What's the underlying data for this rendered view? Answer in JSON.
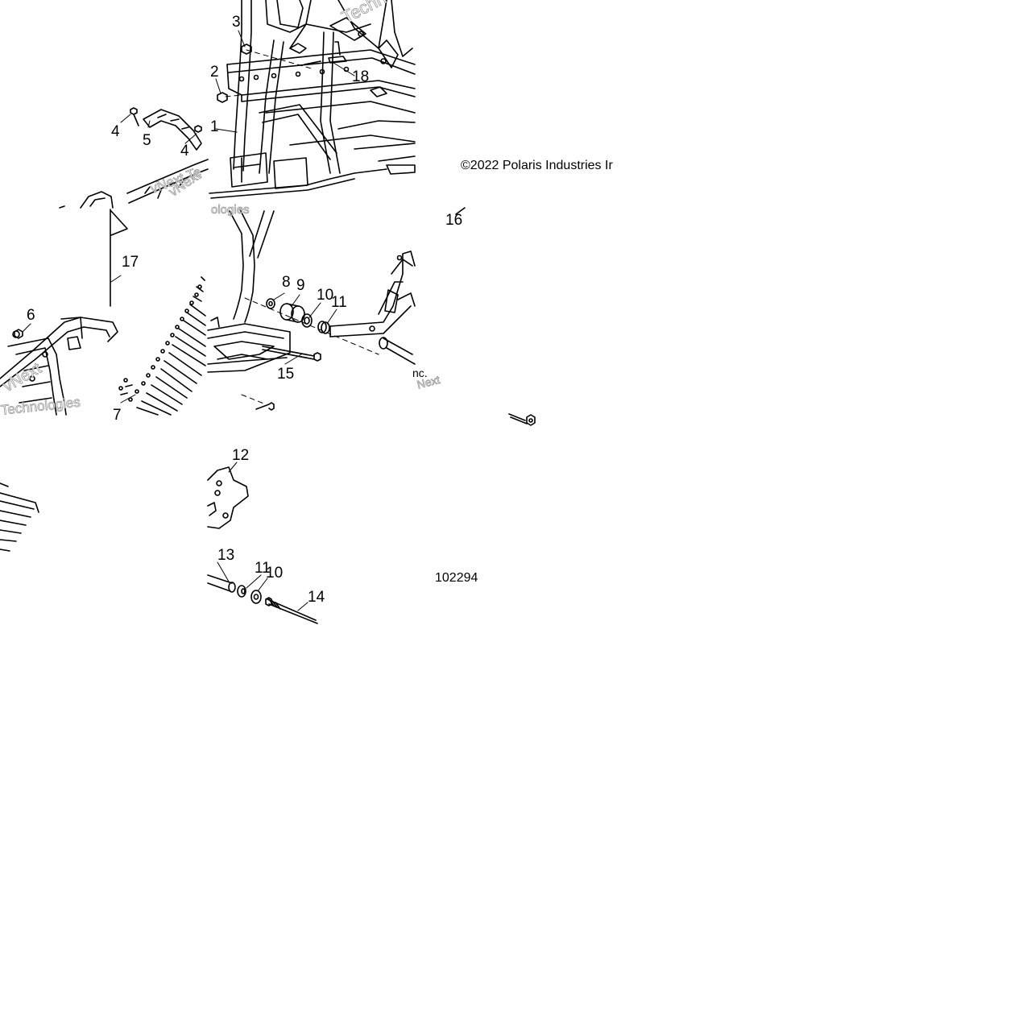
{
  "copyright": "©2022 Polaris Industries Ir",
  "figure_number": "102294",
  "watermarks": {
    "top_right": "Techn",
    "left_upper": "vNext Te",
    "left_upper_b": "vNext",
    "mid_small": "ologies",
    "bottom_left": "Technologies",
    "bottom_left_b": "vNext",
    "center_small": "nc.",
    "center_small_b": "Next"
  },
  "callouts": {
    "c1": "1",
    "c2": "2",
    "c3": "3",
    "c4a": "4",
    "c4b": "4",
    "c5": "5",
    "c6": "6",
    "c7": "7",
    "c8": "8",
    "c9": "9",
    "c10a": "10",
    "c10b": "10",
    "c11a": "11",
    "c11b": "11",
    "c12": "12",
    "c13": "13",
    "c14": "14",
    "c15": "15",
    "c16": "16",
    "c17": "17",
    "c18": "18"
  },
  "colors": {
    "line": "#000000",
    "background": "#ffffff",
    "watermark": "#9a9a9a"
  }
}
